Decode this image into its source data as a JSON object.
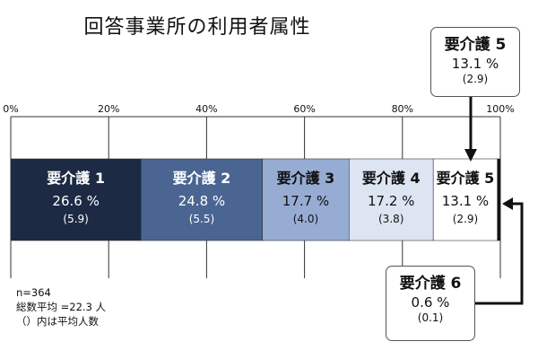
{
  "title": "回答事業所の利用者属性",
  "notes": [
    "n=364",
    "総数平均 =22.3 人",
    "（）内は平均人数"
  ],
  "chart_data": {
    "type": "bar",
    "orientation": "horizontal-stacked",
    "title": "回答事業所の利用者属性",
    "xlim": [
      0,
      100
    ],
    "xticks": [
      {
        "value": 0,
        "label": "0%"
      },
      {
        "value": 20,
        "label": "20%"
      },
      {
        "value": 40,
        "label": "40%"
      },
      {
        "value": 60,
        "label": "60%"
      },
      {
        "value": 80,
        "label": "80%"
      },
      {
        "value": 100,
        "label": "100%"
      }
    ],
    "grid": true,
    "series": [
      {
        "name": "要介護 1",
        "value": 26.6,
        "pct_label": "26.6 %",
        "avg_label": "(5.9)",
        "color": "#1c2a44",
        "text_color": "#ffffff"
      },
      {
        "name": "要介護 2",
        "value": 24.8,
        "pct_label": "24.8 %",
        "avg_label": "(5.5)",
        "color": "#4a6591",
        "text_color": "#ffffff"
      },
      {
        "name": "要介護 3",
        "value": 17.7,
        "pct_label": "17.7 %",
        "avg_label": "(4.0)",
        "color": "#97acd3",
        "text_color": "#111111"
      },
      {
        "name": "要介護 4",
        "value": 17.2,
        "pct_label": "17.2 %",
        "avg_label": "(3.8)",
        "color": "#dde5f2",
        "text_color": "#111111"
      },
      {
        "name": "要介護 5",
        "value": 13.1,
        "pct_label": "13.1 %",
        "avg_label": "(2.9)",
        "color": "#ffffff",
        "text_color": "#111111"
      },
      {
        "name": "要介護 6",
        "value": 0.6,
        "pct_label": "0.6 %",
        "avg_label": "(0.1)",
        "color": "#111111",
        "text_color": "#111111"
      }
    ]
  },
  "callouts": {
    "c5": {
      "label": "要介護 5",
      "pct": "13.1 %",
      "avg": "(2.9)"
    },
    "c6": {
      "label": "要介護 6",
      "pct": "0.6 %",
      "avg": "(0.1)"
    }
  }
}
